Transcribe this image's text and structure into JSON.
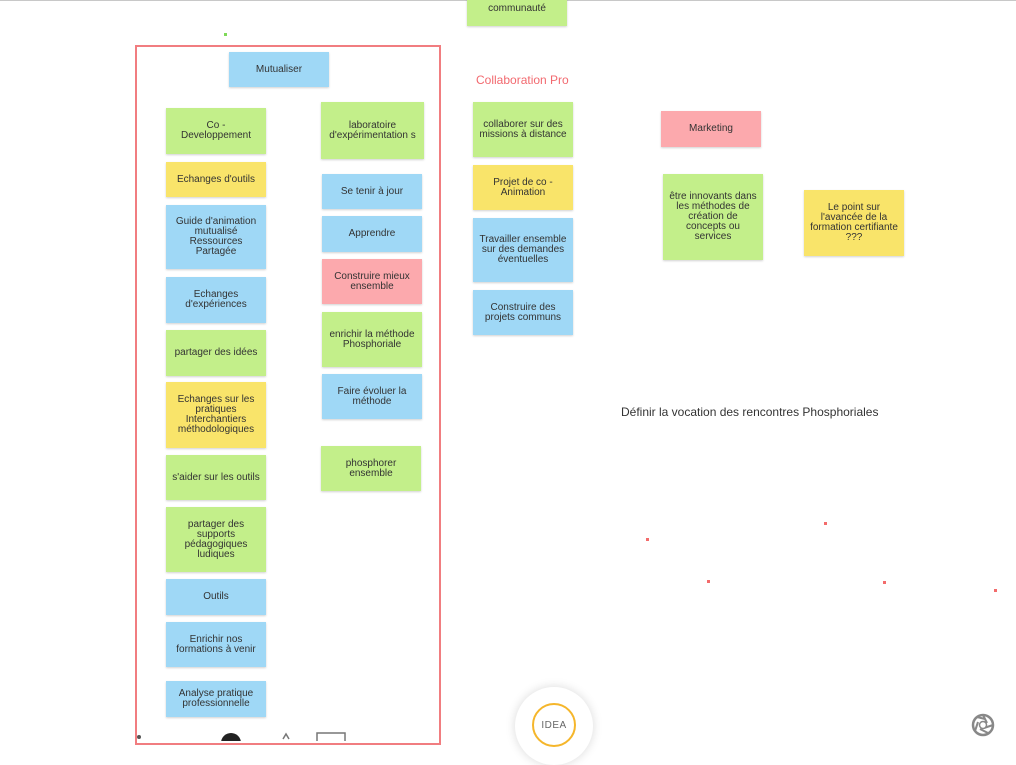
{
  "board": {
    "top_note": "communauté",
    "frame": {
      "title_note": "Mutualiser",
      "left_column": [
        {
          "text": "Co -\nDeveloppement",
          "color": "green"
        },
        {
          "text": "Echanges d'outils",
          "color": "yellow"
        },
        {
          "text": "Guide d'animation mutualisé Ressources Partagée",
          "color": "blue"
        },
        {
          "text": "Echanges d'expériences",
          "color": "blue"
        },
        {
          "text": "partager des idées",
          "color": "green"
        },
        {
          "text": "Echanges sur les pratiques Interchantiers méthodologiques",
          "color": "yellow"
        },
        {
          "text": "s'aider sur les outils",
          "color": "green"
        },
        {
          "text": "partager des supports pédagogiques ludiques",
          "color": "green"
        },
        {
          "text": "Outils",
          "color": "blue"
        },
        {
          "text": "Enrichir nos formations à venir",
          "color": "blue"
        },
        {
          "text": "Analyse pratique professionnelle",
          "color": "blue"
        }
      ],
      "right_column": [
        {
          "text": "laboratoire d'expérimentation s",
          "color": "green"
        },
        {
          "text": "Se tenir à jour",
          "color": "blue"
        },
        {
          "text": "Apprendre",
          "color": "blue"
        },
        {
          "text": "Construire mieux ensemble",
          "color": "red"
        },
        {
          "text": "enrichir la méthode Phosphoriale",
          "color": "green"
        },
        {
          "text": "Faire évoluer la méthode",
          "color": "blue"
        },
        {
          "text": "phosphorer ensemble",
          "color": "green"
        }
      ]
    },
    "collaboration": {
      "label": "Collaboration Pro",
      "notes": [
        {
          "text": "collaborer sur des missions à distance",
          "color": "green"
        },
        {
          "text": "Projet de co - Animation",
          "color": "yellow"
        },
        {
          "text": "Travailler ensemble sur des demandes éventuelles",
          "color": "blue"
        },
        {
          "text": "Construire des projets communs",
          "color": "blue"
        }
      ]
    },
    "marketing": {
      "title": "Marketing",
      "note": "être innovants dans les méthodes de création de concepts ou services"
    },
    "formation_note": "Le point sur l'avancée de la formation certifiante ???",
    "vocation_label": "Définir la vocation des rencontres Phosphoriales",
    "idea_button": "IDEA"
  },
  "icons": [
    "shutter-icon",
    "pen-tool-icon",
    "color-picker-icon",
    "shape-tool-icon"
  ],
  "colors": {
    "green": "#c3ef8a",
    "yellow": "#f9e46a",
    "blue": "#9fd8f6",
    "red": "#fca9ad",
    "frame_border": "#f17d80",
    "accent_idea": "#f5b62b"
  }
}
